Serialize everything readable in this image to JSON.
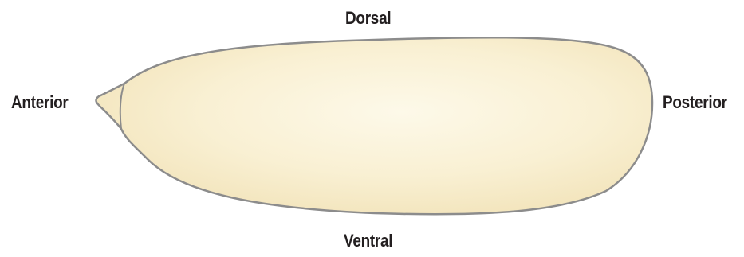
{
  "labels": {
    "dorsal": "Dorsal",
    "ventral": "Ventral",
    "anterior": "Anterior",
    "posterior": "Posterior"
  },
  "colors": {
    "fill_center": "#fdf8e6",
    "fill_edge": "#f5e9c4",
    "outline": "#8c8c8c",
    "text": "#231f20"
  }
}
